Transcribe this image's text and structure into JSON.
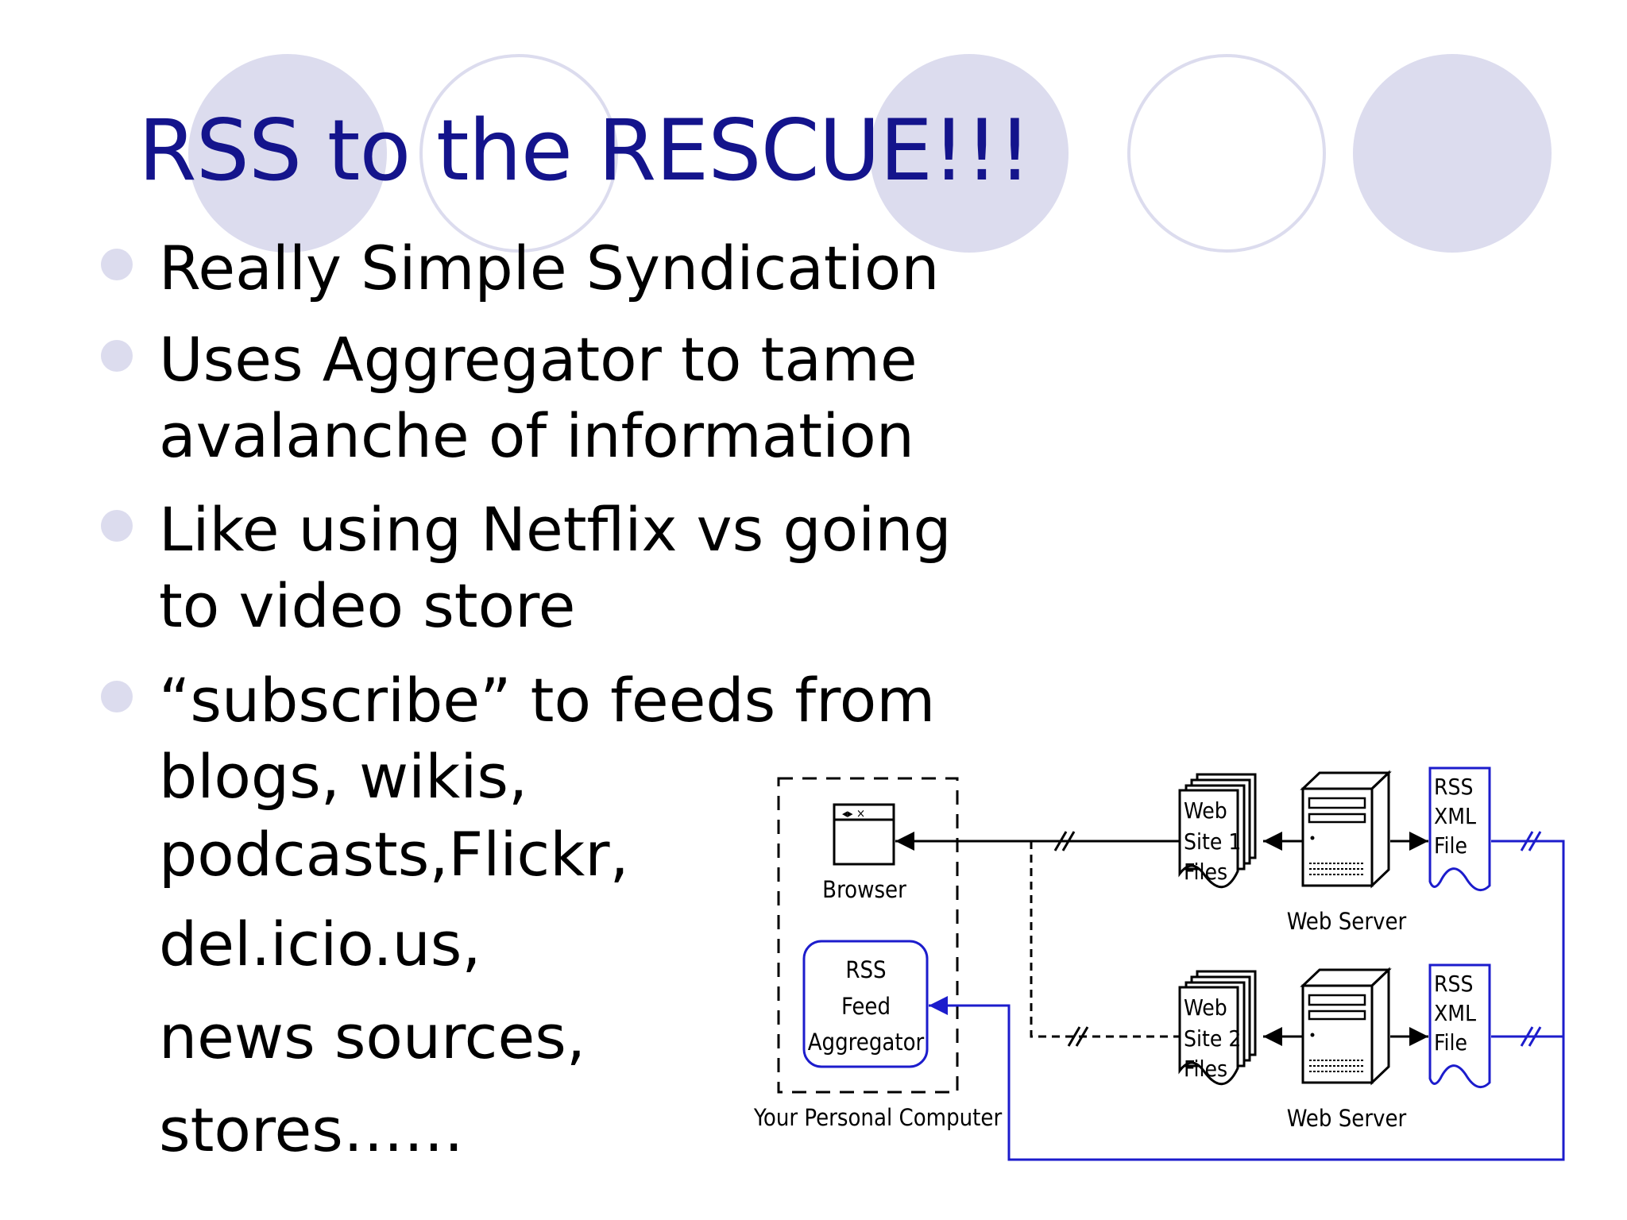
{
  "slide": {
    "title": "RSS to the RESCUE!!!",
    "bullets": [
      {
        "lines": [
          "Really Simple Syndication"
        ]
      },
      {
        "lines": [
          "Uses Aggregator to tame",
          "avalanche of information"
        ]
      },
      {
        "lines": [
          "Like using Netflix vs going",
          "to video store"
        ]
      },
      {
        "lines": [
          "“subscribe” to feeds from",
          "blogs, wikis,",
          "podcasts,Flickr,",
          "del.icio.us,",
          "news sources,",
          "stores……"
        ]
      }
    ]
  },
  "diagram": {
    "browser_label": "Browser",
    "aggregator_label": [
      "RSS",
      "Feed",
      "Aggregator"
    ],
    "personal_computer_label": "Your Personal Computer",
    "site1_files_label": [
      "Web",
      "Site 1",
      "Files"
    ],
    "site2_files_label": [
      "Web",
      "Site 2",
      "Files"
    ],
    "web_server_label": "Web Server",
    "rss_xml_label": [
      "RSS",
      "XML",
      "File"
    ]
  },
  "colors": {
    "title": "#14148c",
    "accent_circles": "#dcdcee",
    "diagram_blue": "#1c1ccc",
    "text": "#000000"
  }
}
